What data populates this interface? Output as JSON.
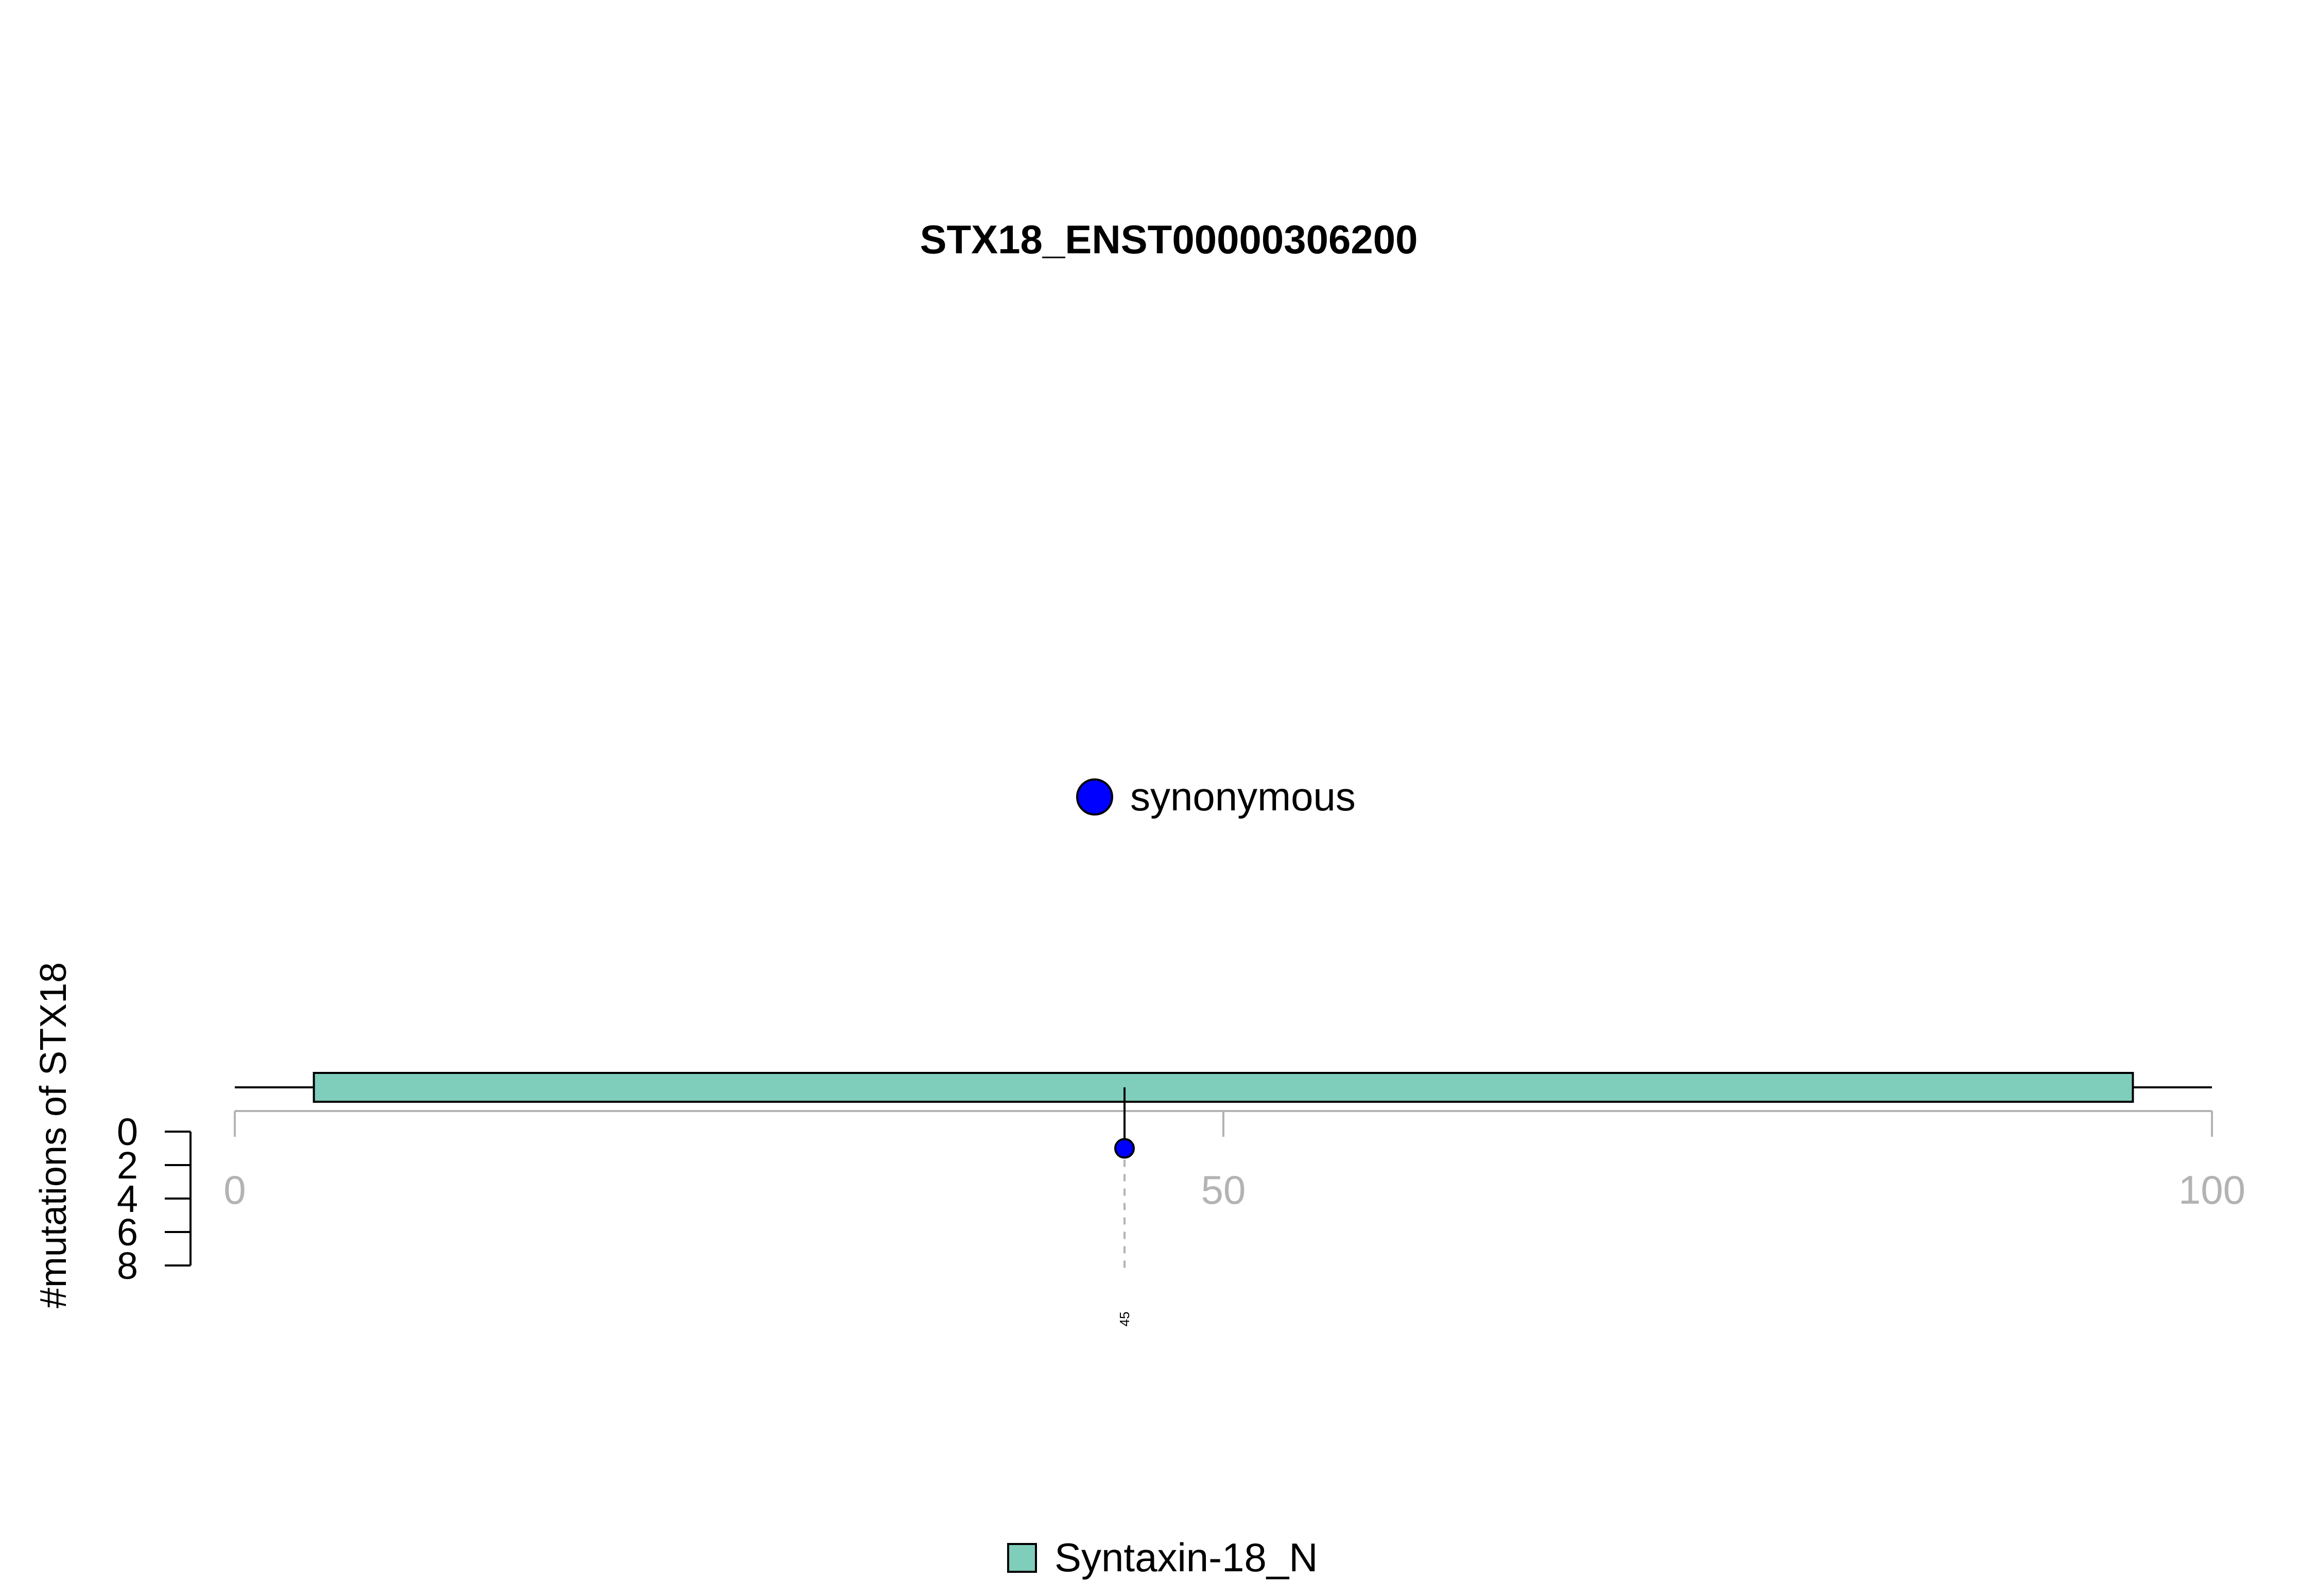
{
  "chart_data": {
    "type": "lollipop",
    "title": "STX18_ENST00000306200",
    "ylabel": "#mutations of STX18",
    "xlim": [
      0,
      100
    ],
    "x_ticks": [
      "0",
      "50",
      "100"
    ],
    "y_ticks": [
      "0",
      "2",
      "4",
      "6",
      "8"
    ],
    "ylim": [
      0,
      8
    ],
    "mutation_legend": [
      {
        "label": "synonymous",
        "color": "#0000ff"
      }
    ],
    "mutations": [
      {
        "position": 45,
        "count": 1,
        "type": "synonymous",
        "label": "45",
        "color": "#0000ff"
      }
    ],
    "domains": [
      {
        "name": "Syntaxin-18_N",
        "start": 4,
        "end": 96,
        "color": "#7fcdbb"
      }
    ],
    "domain_legend": [
      {
        "label": "Syntaxin-18_N",
        "color": "#7fcdbb"
      }
    ]
  }
}
